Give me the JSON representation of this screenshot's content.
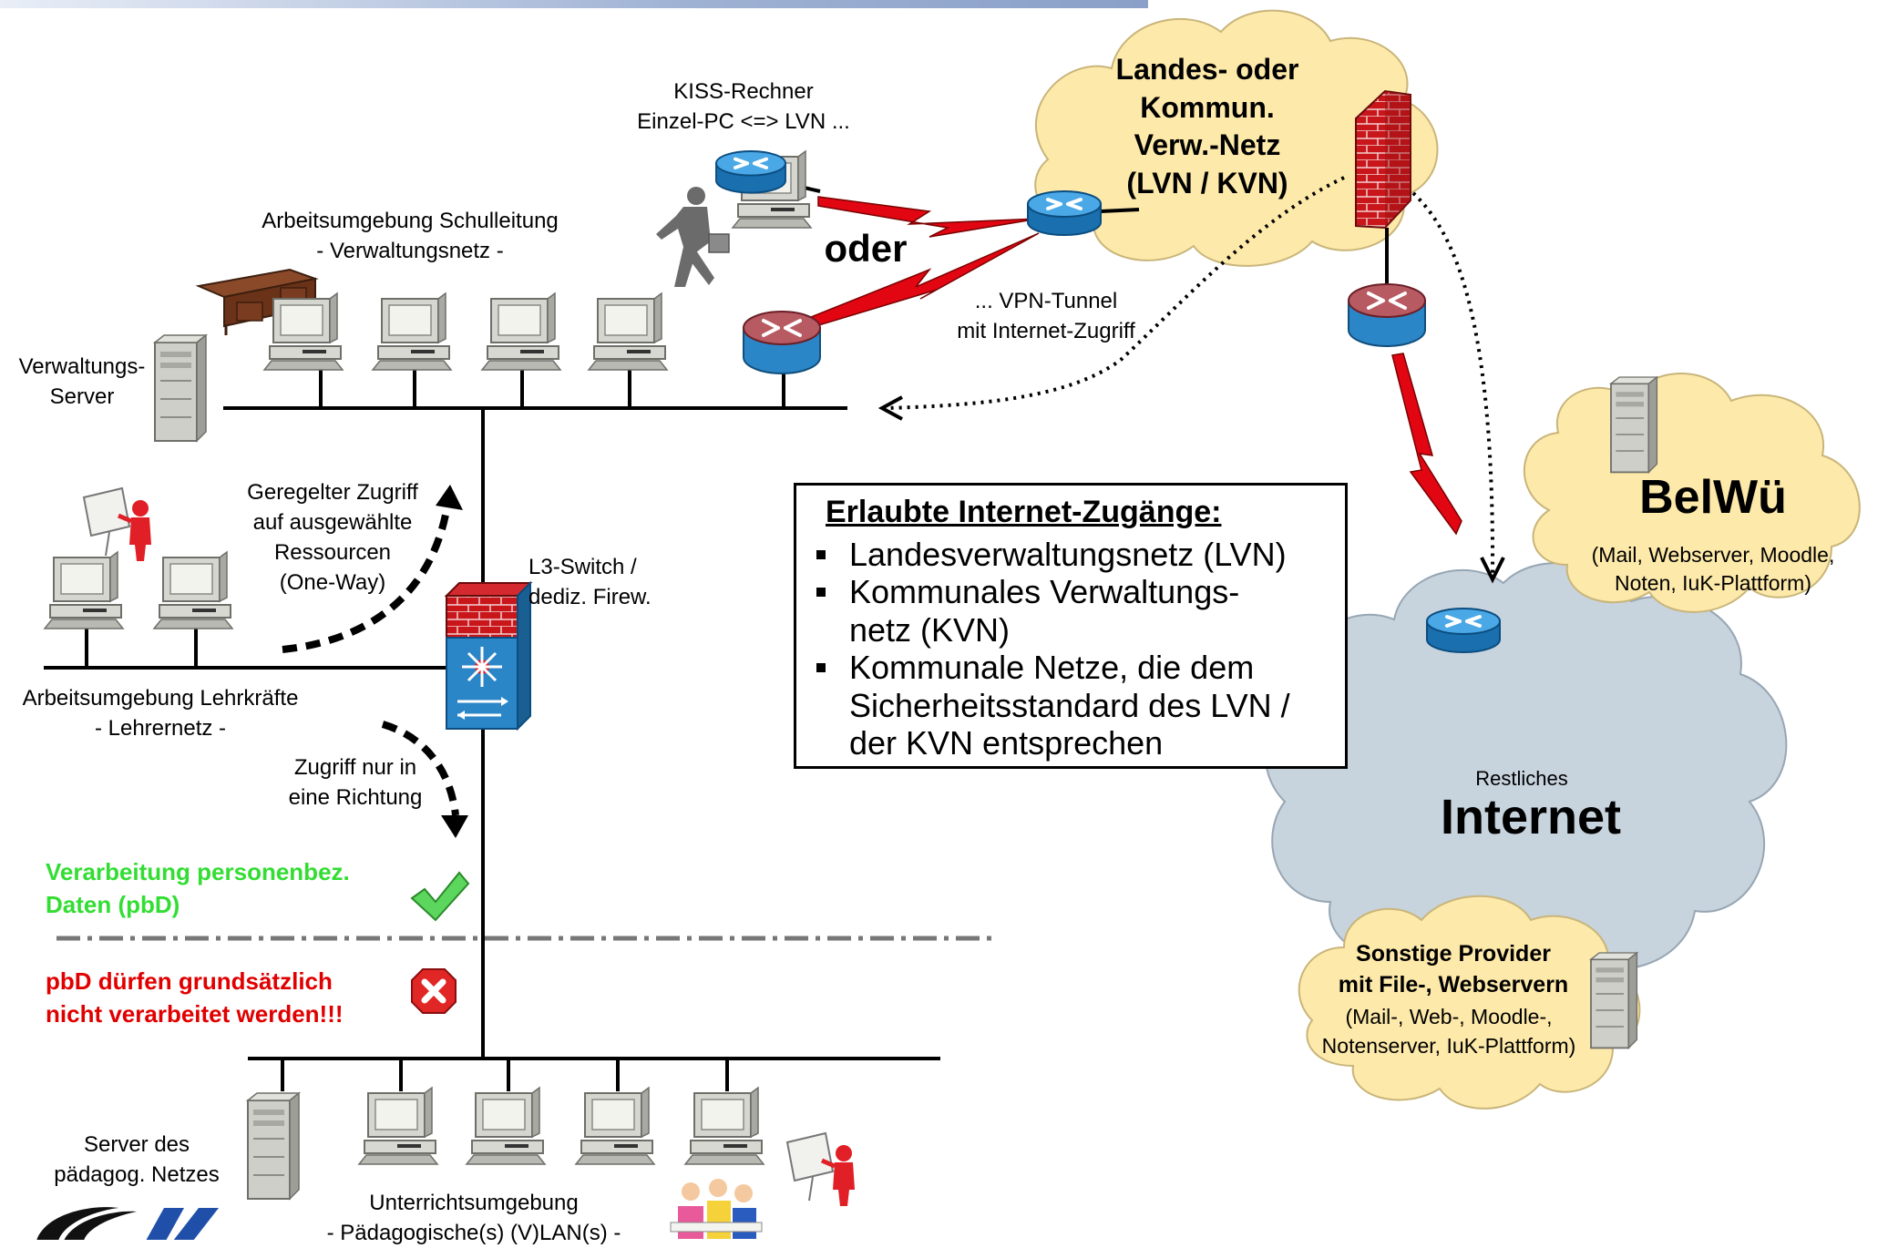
{
  "labels": {
    "kiss": [
      "KISS-Rechner",
      "Einzel-PC <=> LVN ..."
    ],
    "schulleitung": [
      "Arbeitsumgebung Schulleitung",
      "- Verwaltungsnetz -"
    ],
    "oder": "oder",
    "vpn": [
      "... VPN-Tunnel",
      "mit Internet-Zugriff"
    ],
    "verwaltungs_server": [
      "Verwaltungs-",
      "Server"
    ],
    "geregelter": [
      "Geregelter Zugriff",
      "auf ausgewählte",
      "Ressourcen",
      "(One-Way)"
    ],
    "l3switch": [
      "L3-Switch /",
      "dediz. Firew."
    ],
    "lehrkraefte": [
      "Arbeitsumgebung Lehrkräfte",
      "- Lehrernetz -"
    ],
    "zugriff": [
      "Zugriff nur in",
      "eine Richtung"
    ],
    "verarbeitung": [
      "Verarbeitung personenbez.",
      "Daten (pbD)"
    ],
    "pbd_verbot": [
      "pbD dürfen grundsätzlich",
      "nicht verarbeitet werden!!!"
    ],
    "server_paed": [
      "Server des",
      "pädagog. Netzes"
    ],
    "unterricht": [
      "Unterrichtsumgebung",
      "- Pädagogische(s) (V)LAN(s) -"
    ],
    "lvn_cloud": [
      "Landes- oder",
      "Kommun.",
      "Verw.-Netz",
      "(LVN / KVN)"
    ],
    "belwue_title": "BelWü",
    "belwue_sub": [
      "(Mail, Webserver, Moodle,",
      "Noten, IuK-Plattform)"
    ],
    "restliches": "Restliches",
    "internet": "Internet",
    "sonstige_title": [
      "Sonstige Provider",
      "mit File-, Webservern"
    ],
    "sonstige_sub": [
      "(Mail-, Web-, Moodle-,",
      "Notenserver, IuK-Plattform)"
    ]
  },
  "legend": {
    "title": "Erlaubte Internet-Zugänge:",
    "items": [
      "Landesverwaltungsnetz (LVN)",
      "Kommunales Verwaltungs-\nnetz (KVN)",
      "Kommunale Netze, die dem\nSicherheitsstandard des LVN /\nder KVN entsprechen"
    ]
  },
  "colors": {
    "green_text": "#33dd33",
    "red_text": "#e00000",
    "cloud_yellow": "#fde9a9",
    "cloud_grey": "#c7d3dd",
    "router_blue": "#2b86c8",
    "router_red": "#b0454f",
    "firewall_red": "#c8161b",
    "link_red": "#e20613"
  },
  "icons": [
    "router-icon",
    "workstation-icon",
    "server-icon",
    "firewall-icon",
    "l3-switch-icon",
    "desk-icon",
    "presenter-icon",
    "pupils-icon",
    "traveler-icon",
    "check-icon",
    "deny-icon",
    "logo-icon"
  ]
}
